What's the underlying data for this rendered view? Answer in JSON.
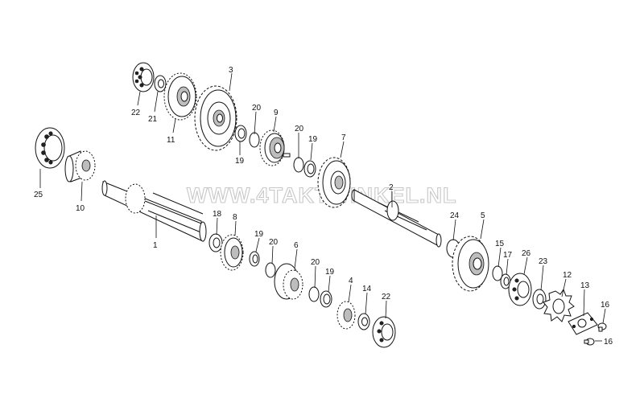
{
  "watermark": "WWW.4TAKTWINKEL.NL",
  "callouts": [
    {
      "id": "22a",
      "text": "22"
    },
    {
      "id": "21",
      "text": "21"
    },
    {
      "id": "11",
      "text": "11"
    },
    {
      "id": "3",
      "text": "3"
    },
    {
      "id": "20a",
      "text": "20"
    },
    {
      "id": "9",
      "text": "9"
    },
    {
      "id": "19a",
      "text": "19"
    },
    {
      "id": "20b",
      "text": "20"
    },
    {
      "id": "19b",
      "text": "19"
    },
    {
      "id": "7",
      "text": "7"
    },
    {
      "id": "25",
      "text": "25"
    },
    {
      "id": "10",
      "text": "10"
    },
    {
      "id": "1",
      "text": "1"
    },
    {
      "id": "18",
      "text": "18"
    },
    {
      "id": "8",
      "text": "8"
    },
    {
      "id": "19c",
      "text": "19"
    },
    {
      "id": "20c",
      "text": "20"
    },
    {
      "id": "6",
      "text": "6"
    },
    {
      "id": "20d",
      "text": "20"
    },
    {
      "id": "19d",
      "text": "19"
    },
    {
      "id": "4",
      "text": "4"
    },
    {
      "id": "14",
      "text": "14"
    },
    {
      "id": "22b",
      "text": "22"
    },
    {
      "id": "2",
      "text": "2"
    },
    {
      "id": "24",
      "text": "24"
    },
    {
      "id": "5",
      "text": "5"
    },
    {
      "id": "15",
      "text": "15"
    },
    {
      "id": "17",
      "text": "17"
    },
    {
      "id": "26",
      "text": "26"
    },
    {
      "id": "23",
      "text": "23"
    },
    {
      "id": "12",
      "text": "12"
    },
    {
      "id": "13",
      "text": "13"
    },
    {
      "id": "16a",
      "text": "16"
    },
    {
      "id": "16b",
      "text": "16"
    }
  ]
}
